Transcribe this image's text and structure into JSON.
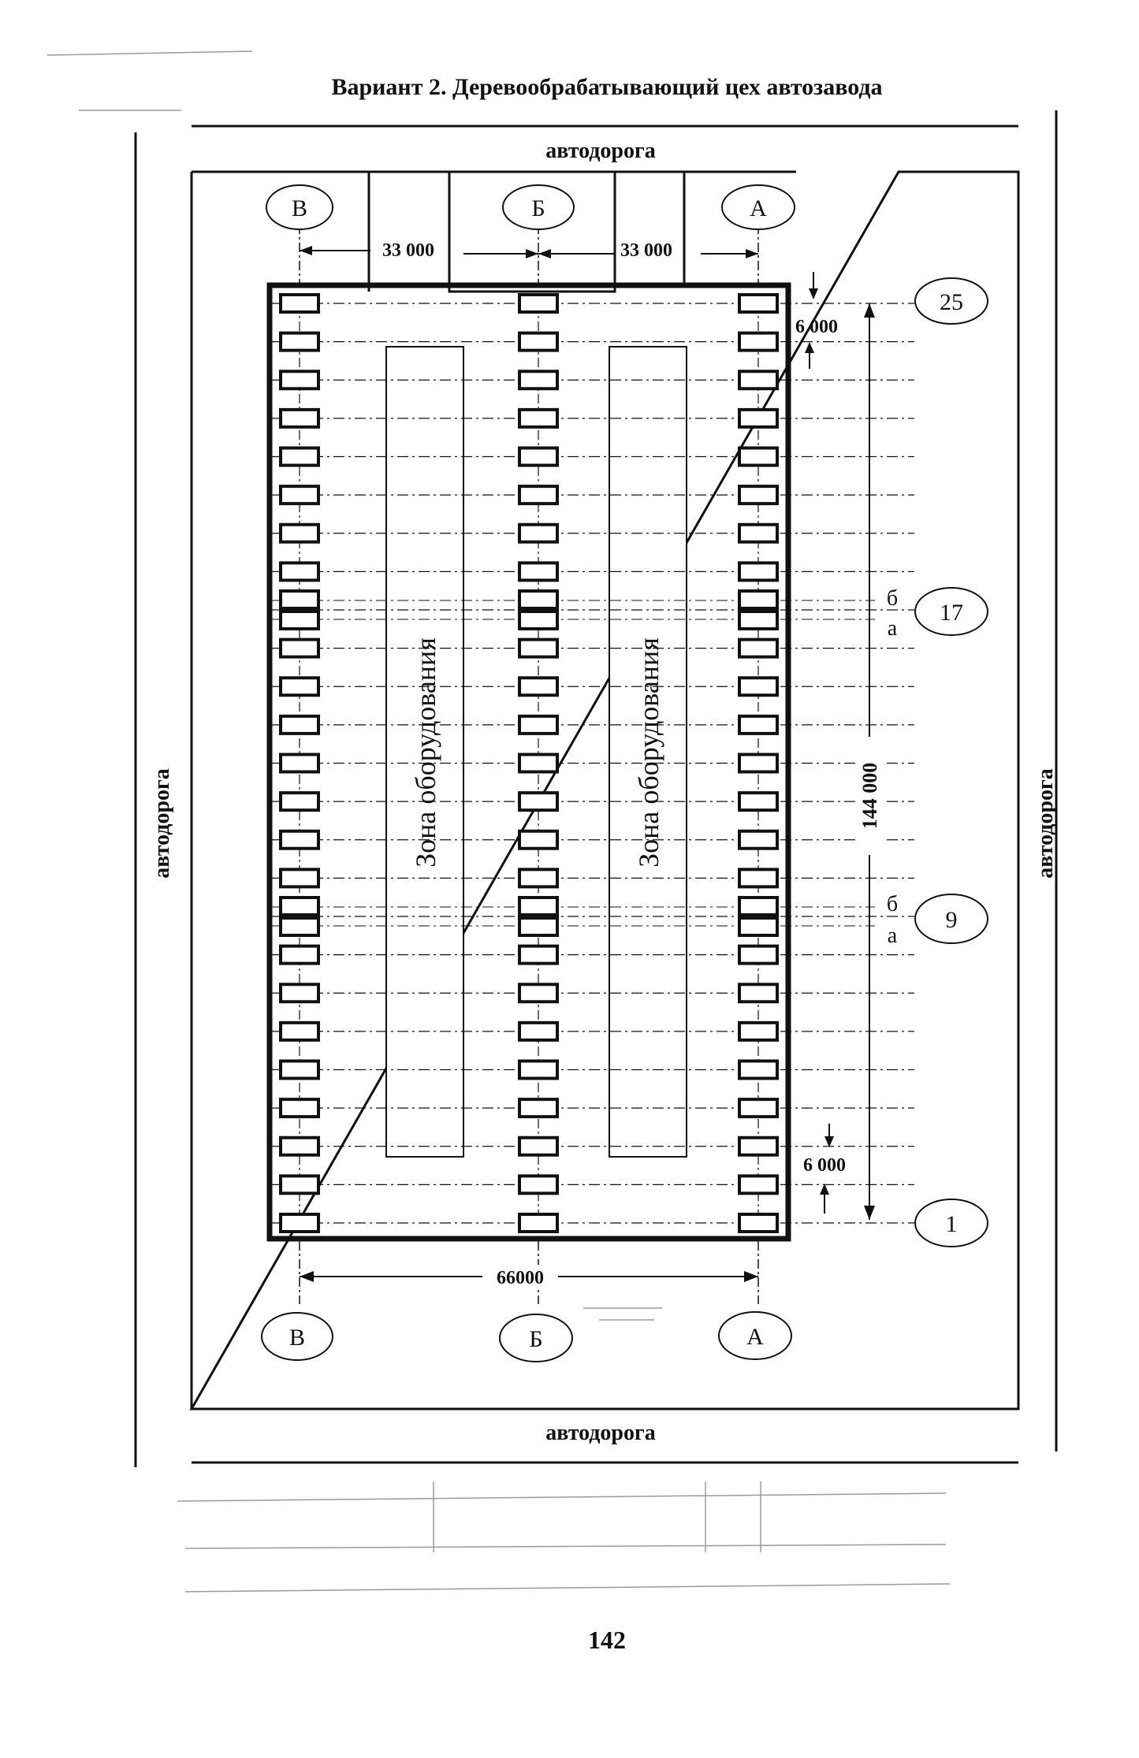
{
  "title": "Вариант 2. Деревообрабатывающий цех автозавода",
  "road_label": "автодорога",
  "zone_label": "Зона оборудования",
  "axes_letters": {
    "left": "В",
    "middle": "Б",
    "right": "А"
  },
  "row_markers": [
    "25",
    "17",
    "9",
    "1"
  ],
  "joint_marks": {
    "upper": "б",
    "lower": "а"
  },
  "dimensions": {
    "span_left": "33 000",
    "span_right": "33 000",
    "total_width": "66000",
    "total_length": "144 000",
    "column_step_top": "6 000",
    "column_step_bottom": "6 000"
  },
  "page_number": "142",
  "structure": {
    "column_rows": 25,
    "column_lines": 3,
    "joint_rows": [
      9,
      17
    ]
  },
  "colors": {
    "ink": "#111111",
    "paper": "#ffffff",
    "faint": "#9a9a9a"
  }
}
